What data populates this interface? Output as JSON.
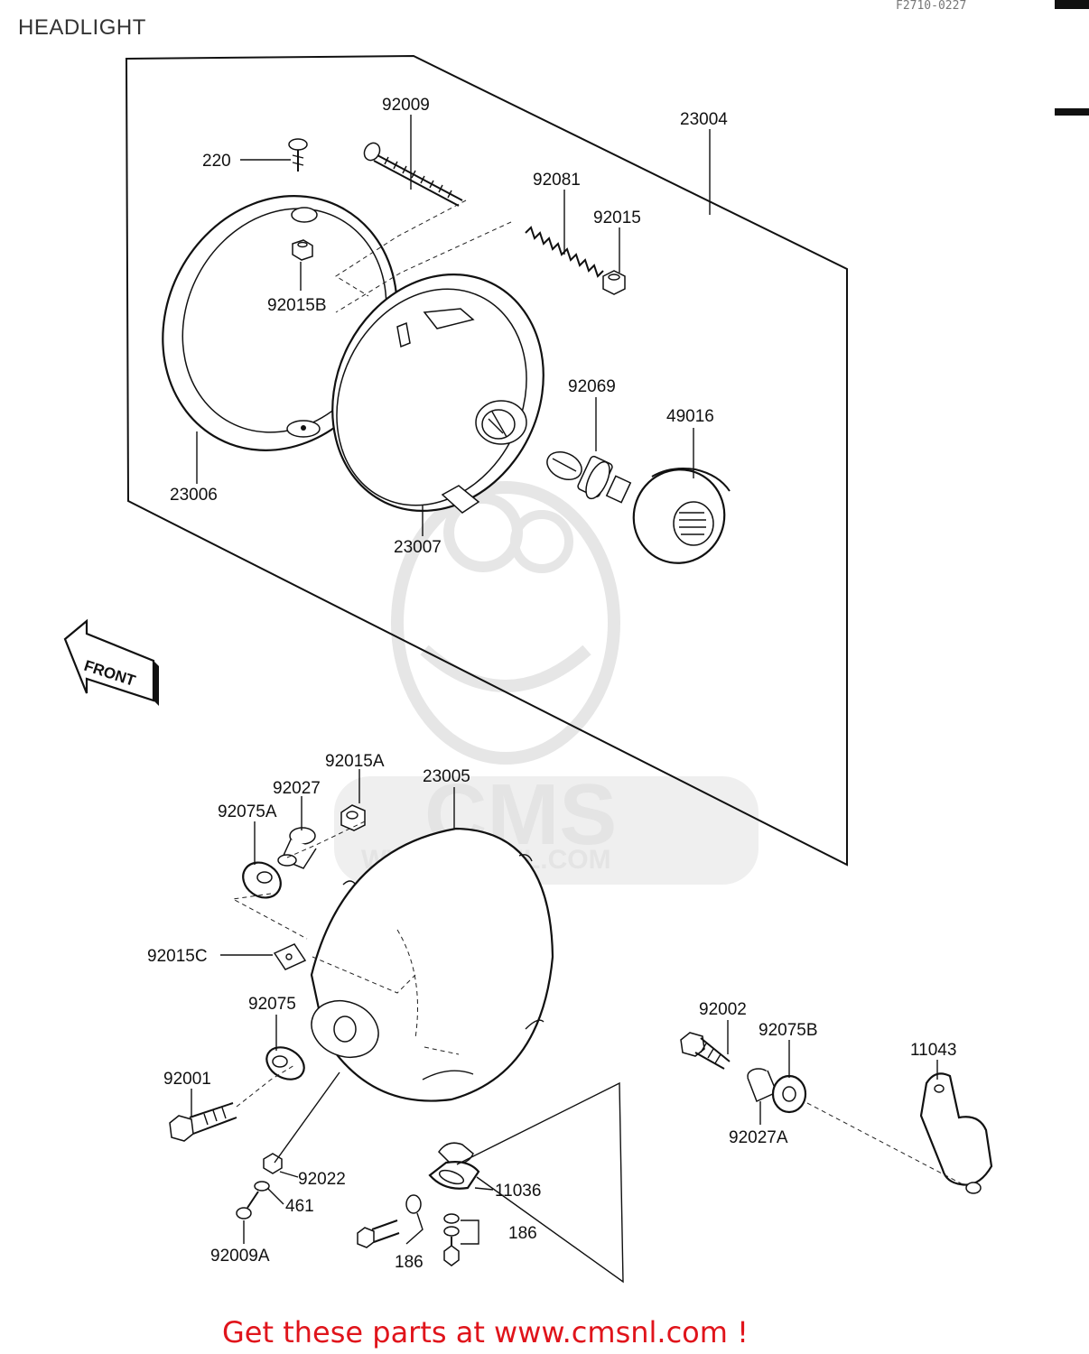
{
  "header": {
    "title": "HEADLIGHT",
    "reference_code": "F2710-0227"
  },
  "watermark": {
    "brand": "CMS",
    "url": "WWW.CMSNL.COM"
  },
  "front_arrow": {
    "label": "FRONT"
  },
  "parts": [
    {
      "id": "p92009",
      "label": "92009"
    },
    {
      "id": "p23004",
      "label": "23004"
    },
    {
      "id": "p220",
      "label": "220"
    },
    {
      "id": "p92081",
      "label": "92081"
    },
    {
      "id": "p92015",
      "label": "92015"
    },
    {
      "id": "p92015B",
      "label": "92015B"
    },
    {
      "id": "p92069",
      "label": "92069"
    },
    {
      "id": "p49016",
      "label": "49016"
    },
    {
      "id": "p23006",
      "label": "23006"
    },
    {
      "id": "p23007",
      "label": "23007"
    },
    {
      "id": "p92015A",
      "label": "92015A"
    },
    {
      "id": "p23005",
      "label": "23005"
    },
    {
      "id": "p92027",
      "label": "92027"
    },
    {
      "id": "p92075A",
      "label": "92075A"
    },
    {
      "id": "p92015C",
      "label": "92015C"
    },
    {
      "id": "p92075",
      "label": "92075"
    },
    {
      "id": "p92001",
      "label": "92001"
    },
    {
      "id": "p92002",
      "label": "92002"
    },
    {
      "id": "p92075B",
      "label": "92075B"
    },
    {
      "id": "p11043",
      "label": "11043"
    },
    {
      "id": "p92027A",
      "label": "92027A"
    },
    {
      "id": "p92022",
      "label": "92022"
    },
    {
      "id": "p461",
      "label": "461"
    },
    {
      "id": "p11036",
      "label": "11036"
    },
    {
      "id": "p186a",
      "label": "186"
    },
    {
      "id": "p186b",
      "label": "186"
    },
    {
      "id": "p92009A",
      "label": "92009A"
    }
  ],
  "footer": {
    "cta": "Get these parts at www.cmsnl.com !",
    "cta_color": "#e0141b"
  }
}
